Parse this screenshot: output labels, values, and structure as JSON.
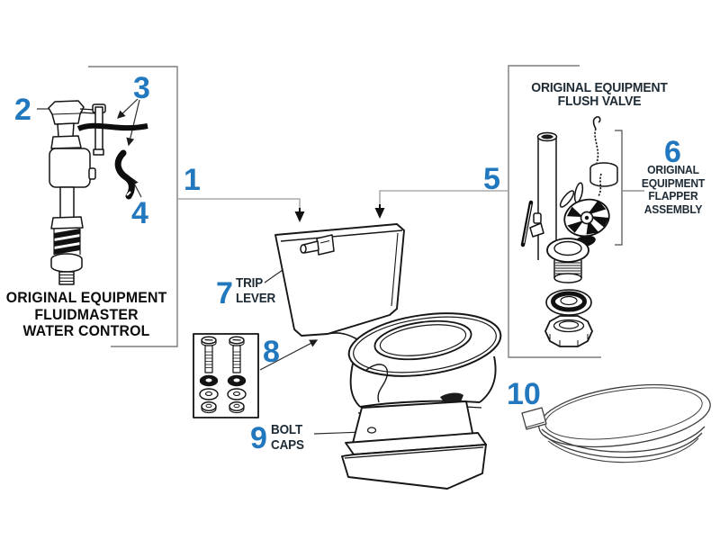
{
  "colors": {
    "callout_blue": "#2278be",
    "label_dark": "#1e2b35",
    "label_black": "#0c0c0c",
    "line_art": "#161616",
    "background": "#ffffff"
  },
  "callouts": {
    "c1": "1",
    "c2": "2",
    "c3": "3",
    "c4": "4",
    "c5": "5",
    "c6": "6",
    "c7": "7",
    "c8": "8",
    "c9": "9",
    "c10": "10"
  },
  "labels": {
    "water_control": [
      "ORIGINAL EQUIPMENT",
      "FLUIDMASTER",
      "WATER CONTROL"
    ],
    "flush_valve": [
      "ORIGINAL EQUIPMENT",
      "FLUSH VALVE"
    ],
    "flapper": [
      "ORIGINAL",
      "EQUIPMENT",
      "FLAPPER",
      "ASSEMBLY"
    ],
    "trip_lever": [
      "TRIP",
      "LEVER"
    ],
    "bolt_caps": [
      "BOLT",
      "CAPS"
    ]
  }
}
